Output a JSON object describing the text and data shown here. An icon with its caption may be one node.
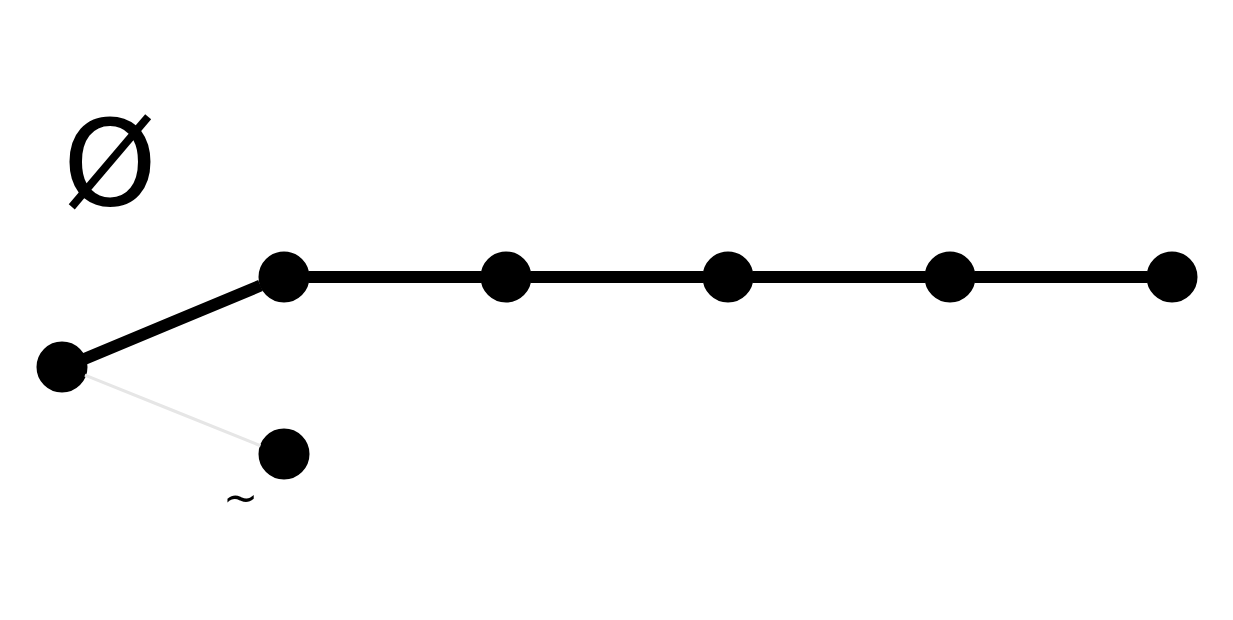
{
  "diagram": {
    "title": "Ø",
    "nodes": [
      {
        "text": [],
        "shape": "circle"
      },
      {
        "text": [],
        "shape": "circle"
      },
      {
        "text": [],
        "shape": "circle"
      },
      {
        "text": [],
        "shape": "circle"
      },
      {
        "text": [],
        "shape": "circle"
      },
      {
        "text": [],
        "shape": "circle"
      },
      {
        "text": [],
        "shape": "circle",
        "beside": [
          "~"
        ]
      }
    ],
    "edges": [
      {
        "from": 0,
        "to": 1,
        "arrow": "none"
      },
      {
        "from": 1,
        "to": 2,
        "arrow": "none"
      },
      {
        "from": 2,
        "to": 3,
        "arrow": "none"
      },
      {
        "from": 3,
        "to": 4,
        "arrow": "none"
      },
      {
        "from": 4,
        "to": 5,
        "arrow": "none"
      },
      {
        "from": 0,
        "to": 6,
        "arrow": "none",
        "color": "#e6e6e6"
      }
    ]
  }
}
